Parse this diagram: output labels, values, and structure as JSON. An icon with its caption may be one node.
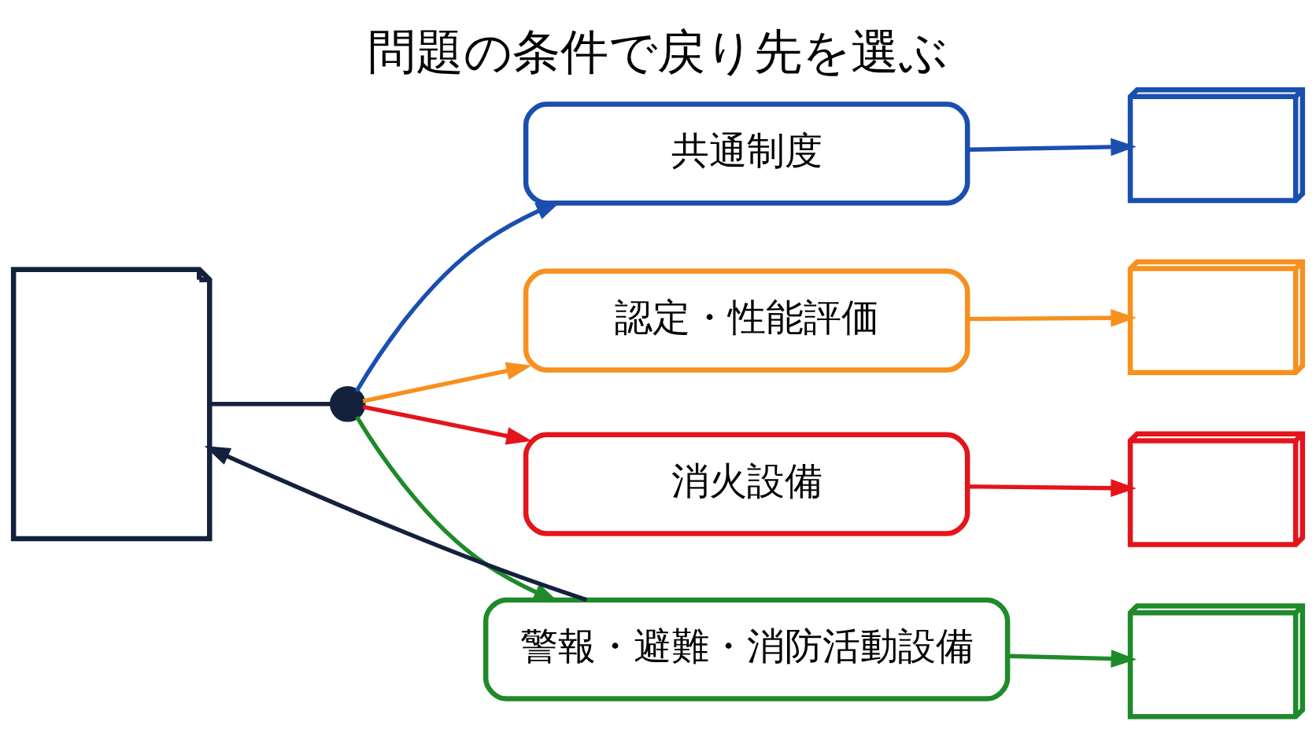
{
  "diagram": {
    "title": "問題の条件で戻り先を選ぶ",
    "nodes": [
      {
        "text": [],
        "shape": "document"
      },
      {
        "text": [],
        "shape": "circle"
      },
      {
        "text": [
          "共通制度"
        ]
      },
      {
        "text": [
          "認定・性能評価"
        ]
      },
      {
        "text": [
          "消火設備"
        ]
      },
      {
        "text": [
          "警報・避難・消防活動設備"
        ]
      },
      {
        "text": [],
        "shape": "book"
      },
      {
        "text": [],
        "shape": "book"
      },
      {
        "text": [],
        "shape": "book"
      },
      {
        "text": [],
        "shape": "book"
      }
    ],
    "edges": [
      {
        "from": 0,
        "to": 1,
        "arrow": "none",
        "color": "#14213d"
      },
      {
        "from": 1,
        "to": 2,
        "arrow": "to",
        "color": "#1a4fb0"
      },
      {
        "from": 1,
        "to": 3,
        "arrow": "to",
        "color": "#f7901e"
      },
      {
        "from": 1,
        "to": 4,
        "arrow": "to",
        "color": "#e4141b"
      },
      {
        "from": 1,
        "to": 5,
        "arrow": "to",
        "color": "#1f8a2a"
      },
      {
        "from": 2,
        "to": 6,
        "arrow": "to",
        "color": "#1a4fb0"
      },
      {
        "from": 3,
        "to": 7,
        "arrow": "to",
        "color": "#f7901e"
      },
      {
        "from": 4,
        "to": 8,
        "arrow": "to",
        "color": "#e4141b"
      },
      {
        "from": 5,
        "to": 9,
        "arrow": "to",
        "color": "#1f8a2a"
      },
      {
        "from": 5,
        "to": 0,
        "arrow": "to",
        "color": "#14213d"
      }
    ]
  }
}
